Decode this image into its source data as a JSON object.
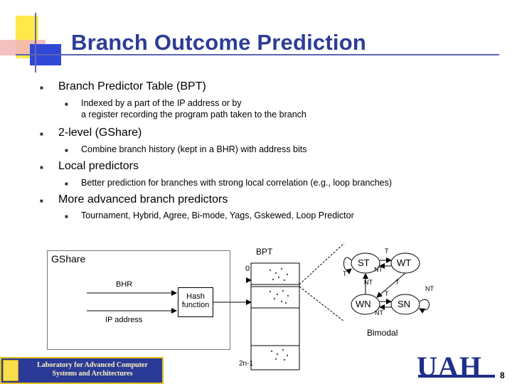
{
  "slide": {
    "title": "Branch Outcome Prediction",
    "page_number": "8",
    "bullets": [
      {
        "text": "Branch Predictor Table (BPT)",
        "sub": [
          "Indexed by a part of the IP address or by",
          "a register recording the program path taken to the branch"
        ]
      },
      {
        "text": "2-level  (GShare)",
        "sub": [
          "Combine branch history (kept in a BHR) with address bits"
        ]
      },
      {
        "text": "Local predictors",
        "sub": [
          "Better prediction for branches with strong local correlation (e.g., loop branches)"
        ]
      },
      {
        "text": "More advanced branch predictors",
        "sub": [
          "Tournament, Hybrid, Agree, Bi-mode, Yags, Gskewed, Loop Predictor"
        ]
      }
    ]
  },
  "diagram": {
    "gshare": "GShare",
    "bhr": "BHR",
    "ip_address": "IP address",
    "hash_line1": "Hash",
    "hash_line2": "function",
    "bpt": "BPT",
    "index_first": "0",
    "index_last": "2n-1",
    "bimodal": "Bimodal",
    "states": {
      "st": "ST",
      "wt": "WT",
      "wn": "WN",
      "sn": "SN"
    },
    "edge_t": "T",
    "edge_nt": "NT"
  },
  "footer": {
    "lab_line1": "Laboratory for Advanced Computer",
    "lab_line2": "Systems and Architectures",
    "university": "UAH"
  },
  "colors": {
    "title": "#2c3d96",
    "banner": "#2a3a96",
    "banner_border": "#e4c21e",
    "uah": "#1f2e88"
  }
}
